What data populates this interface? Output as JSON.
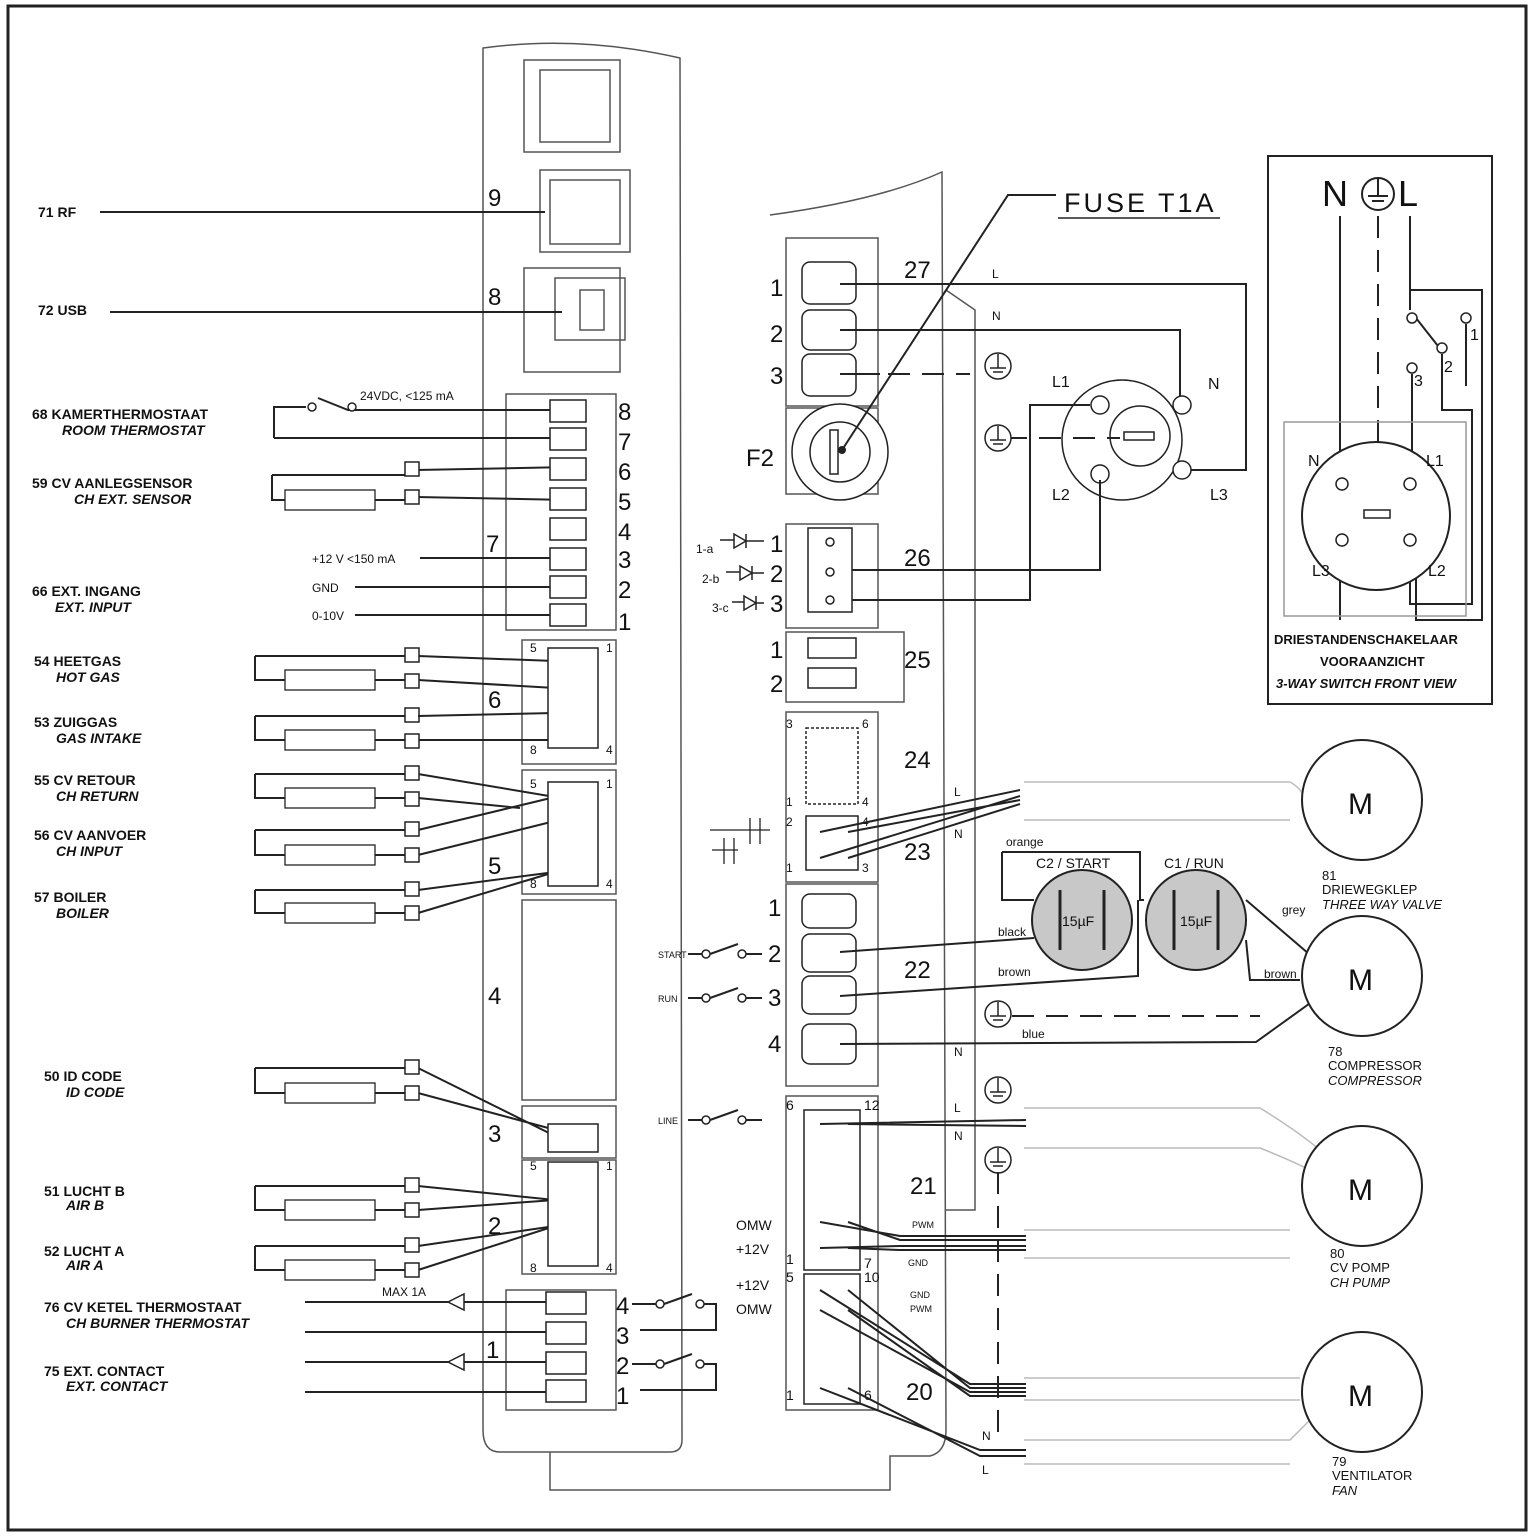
{
  "fuse_label": "FUSE T1A",
  "switch_box": {
    "top_n": "N",
    "top_l": "L",
    "pos1": "1",
    "pos2": "2",
    "pos3": "3",
    "n": "N",
    "l1": "L1",
    "l2": "L2",
    "l3": "L3",
    "title1": "DRIESTANDENSCHAKELAAR",
    "title2": "VOORAANZICHT",
    "title3": "3-WAY SWITCH FRONT VIEW"
  },
  "left_labels": [
    {
      "num": "71 RF",
      "en": ""
    },
    {
      "num": "72 USB",
      "en": ""
    },
    {
      "num": "68 KAMERTHERMOSTAAT",
      "en": "ROOM THERMOSTAT"
    },
    {
      "num": "59 CV AANLEGSENSOR",
      "en": "CH  EXT. SENSOR"
    },
    {
      "num": "66 EXT. INGANG",
      "en": "EXT. INPUT"
    },
    {
      "num": "54 HEETGAS",
      "en": "HOT GAS"
    },
    {
      "num": "53 ZUIGGAS",
      "en": "GAS INTAKE"
    },
    {
      "num": "55 CV RETOUR",
      "en": "CH RETURN"
    },
    {
      "num": "56 CV AANVOER",
      "en": "CH INPUT"
    },
    {
      "num": "57 BOILER",
      "en": "BOILER"
    },
    {
      "num": "50 ID CODE",
      "en": "ID CODE"
    },
    {
      "num": "51 LUCHT B",
      "en": "AIR B"
    },
    {
      "num": "52 LUCHT A",
      "en": "AIR A"
    },
    {
      "num": "76 CV KETEL THERMOSTAAT",
      "en": "CH BURNER THERMOSTAT"
    },
    {
      "num": "75 EXT. CONTACT",
      "en": "EXT. CONTACT"
    }
  ],
  "connector7_labels": {
    "thermostat_spec": "24VDC, <125 mA",
    "supply": "+12 V <150 mA",
    "gnd": "GND",
    "signal": "0-10V"
  },
  "max_label": "MAX 1A",
  "board_numbers": [
    "9",
    "8",
    "7",
    "6",
    "5",
    "4",
    "3",
    "2",
    "1",
    "27",
    "F2",
    "26",
    "25",
    "24",
    "23",
    "22",
    "21",
    "20"
  ],
  "pin_numbers": [
    "1",
    "2",
    "3",
    "4",
    "5",
    "6",
    "7",
    "8",
    "10",
    "12"
  ],
  "diode_labels": [
    "1-a",
    "2-b",
    "3-c"
  ],
  "switch_labels": {
    "start": "START",
    "run": "RUN",
    "line": "LINE"
  },
  "signal_labels": {
    "omw": "OMW",
    "plus12": "+12V",
    "pwm": "PWM",
    "gnd": "GND"
  },
  "wire_letters": {
    "l": "L",
    "n": "N"
  },
  "socket_labels": {
    "l1": "L1",
    "l2": "L2",
    "l3": "L3",
    "n": "N"
  },
  "capacitors": [
    {
      "name": "C2 / START",
      "value": "15µF"
    },
    {
      "name": "C1 / RUN",
      "value": "15µF"
    }
  ],
  "wire_colors": {
    "orange": "orange",
    "black": "black",
    "brown": "brown",
    "grey": "grey",
    "blue": "blue"
  },
  "motors": [
    {
      "symbol": "M",
      "num": "81",
      "nl": "DRIEWEGKLEP",
      "en": "THREE WAY VALVE"
    },
    {
      "symbol": "M",
      "num": "78",
      "nl": "COMPRESSOR",
      "en": "COMPRESSOR"
    },
    {
      "symbol": "M",
      "num": "80",
      "nl": "CV POMP",
      "en": "CH PUMP"
    },
    {
      "symbol": "M",
      "num": "79",
      "nl": "VENTILATOR",
      "en": "FAN"
    }
  ]
}
